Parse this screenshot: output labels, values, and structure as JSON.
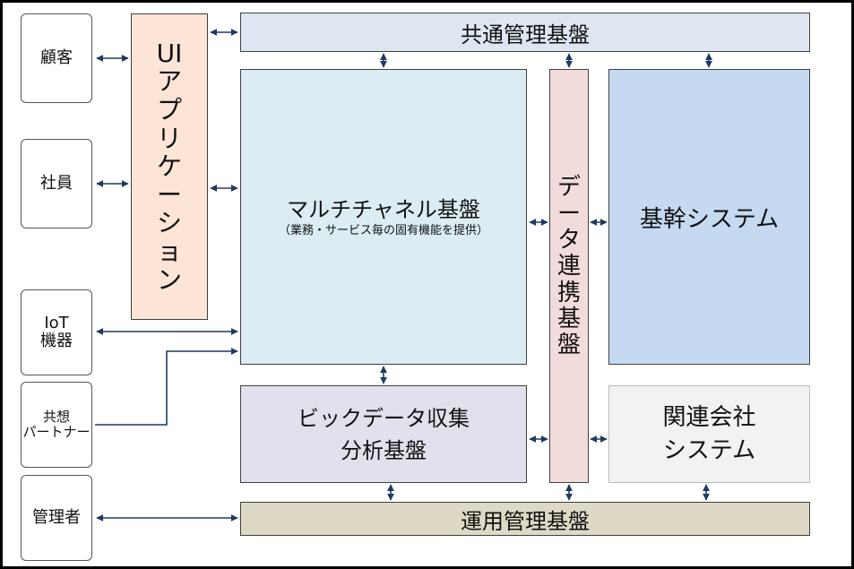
{
  "actors": {
    "customer": "顧客",
    "employee": "社員",
    "iot": [
      "IoT",
      "機器"
    ],
    "partner": [
      "共想",
      "パートナー"
    ],
    "admin": "管理者"
  },
  "ui_app": {
    "label": [
      "UI",
      "ア",
      "プ",
      "リ",
      "ケ",
      "ー",
      "シ",
      "ョ",
      "ン"
    ]
  },
  "common_mgmt": {
    "label": "共通管理基盤"
  },
  "multichannel": {
    "label": "マルチチャネル基盤",
    "sub": "（業務・サービス毎の固有機能を提供）"
  },
  "data_link": {
    "label": [
      "デ",
      "ー",
      "タ",
      "連",
      "携",
      "基",
      "盤"
    ]
  },
  "core_system": {
    "label": "基幹システム"
  },
  "bigdata": {
    "label": [
      "ビックデータ収集",
      "分析基盤"
    ]
  },
  "affiliate": {
    "label": [
      "関連会社",
      "システム"
    ]
  },
  "ops_mgmt": {
    "label": "運用管理基盤"
  },
  "colors": {
    "ui_app": "#fce4d6",
    "common_mgmt": "#dde6f1",
    "multichannel": "#dbecf2",
    "data_link": "#f2dcdb",
    "core_system": "#c5d9f1",
    "bigdata": "#e4dfec",
    "affiliate": "#f2f2f2",
    "ops_mgmt": "#ddd9c4",
    "arrow": "#1f3a5f"
  }
}
